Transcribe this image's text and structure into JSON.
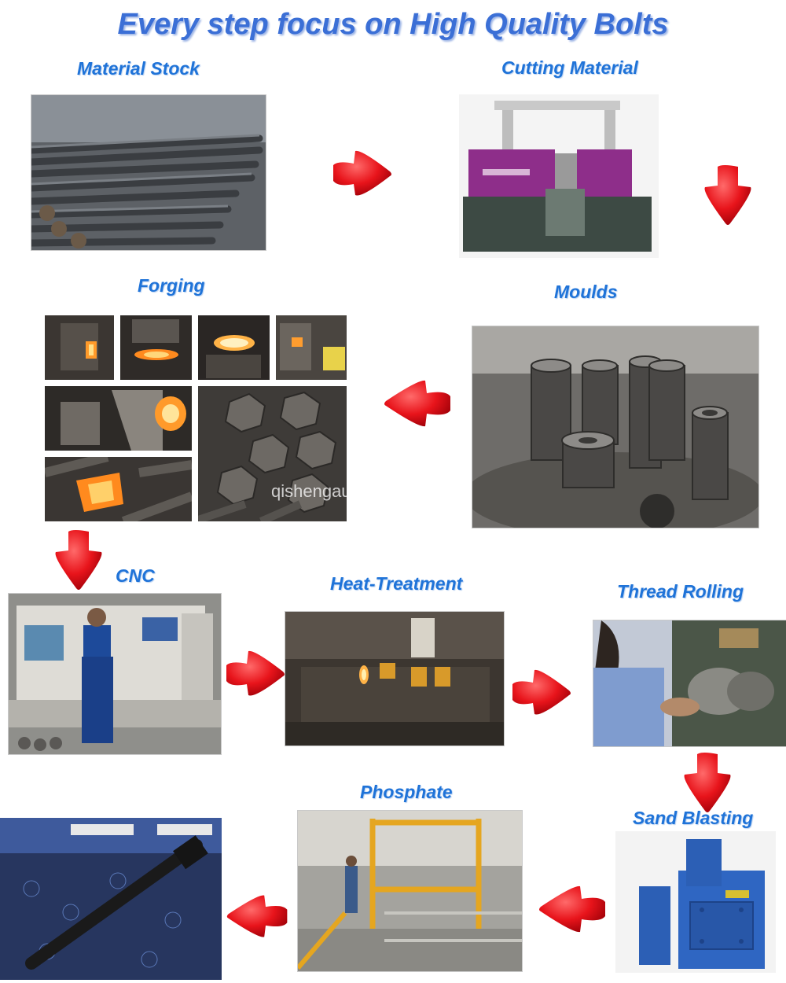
{
  "title": "Every step focus on High Quality Bolts",
  "steps": {
    "material_stock": "Material Stock",
    "cutting_material": "Cutting Material",
    "forging": "Forging",
    "moulds": "Moulds",
    "cnc": "CNC",
    "heat_treatment": "Heat-Treatment",
    "thread_rolling": "Thread Rolling",
    "sand_blasting": "Sand Blasting",
    "phosphate": "Phosphate"
  },
  "watermark": "qishengauto.en.alibaba.com",
  "colors": {
    "title": "#3b6fd6",
    "label": "#1f73d8",
    "arrow": "#e8141b"
  }
}
